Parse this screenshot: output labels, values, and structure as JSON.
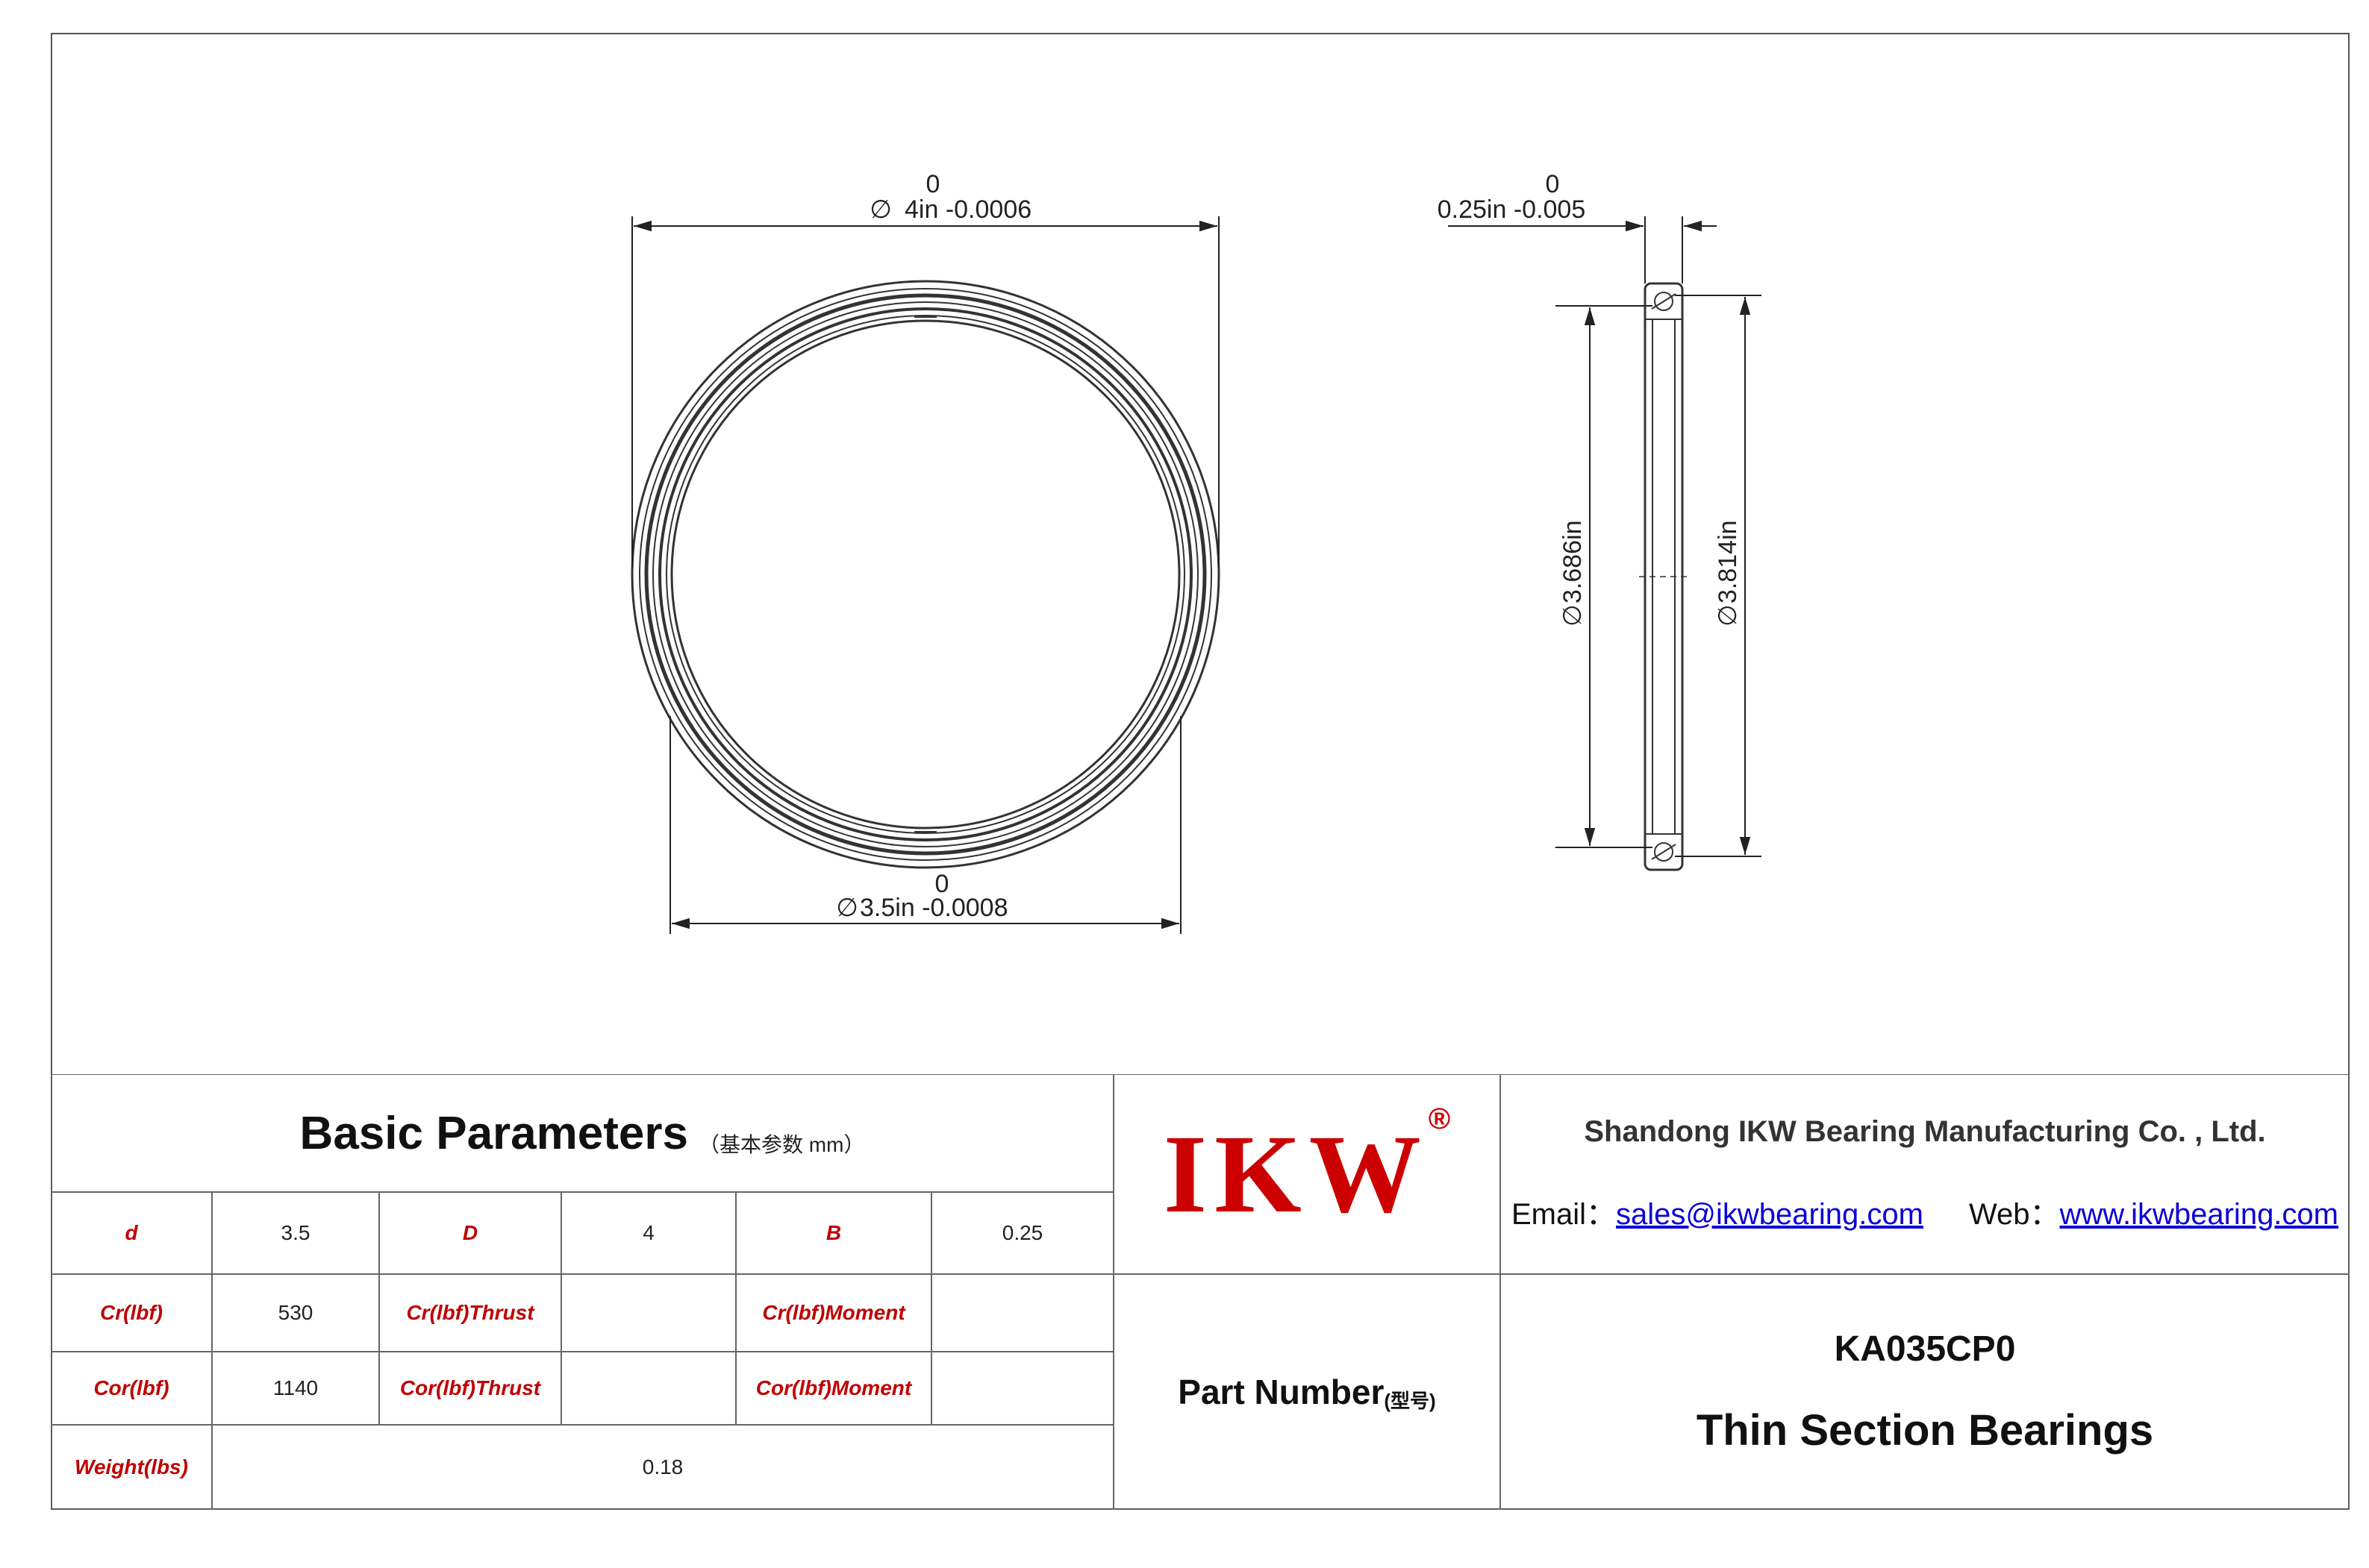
{
  "drawing": {
    "front_view": {
      "outer_dim_tol_top": "0",
      "outer_dim": "4in -0.0006",
      "inner_dim_tol_top": "0",
      "inner_dim": "3.5in -0.0008"
    },
    "side_view": {
      "width_tol_top": "0",
      "width_dim": "0.25in -0.005",
      "inner_race_dim": "3.686in",
      "outer_race_dim": "3.814in"
    },
    "diameter_symbol": "∅"
  },
  "basic_parameters": {
    "title": "Basic Parameters",
    "subtitle": "（基本参数 mm）",
    "rows": [
      [
        {
          "label": "d",
          "value": "3.5"
        },
        {
          "label": "D",
          "value": "4"
        },
        {
          "label": "B",
          "value": "0.25"
        }
      ],
      [
        {
          "label": "Cr(lbf)",
          "value": "530"
        },
        {
          "label": "Cr(lbf)Thrust",
          "value": ""
        },
        {
          "label": "Cr(lbf)Moment",
          "value": ""
        }
      ],
      [
        {
          "label": "Cor(lbf)",
          "value": "1140"
        },
        {
          "label": "Cor(lbf)Thrust",
          "value": ""
        },
        {
          "label": "Cor(lbf)Moment",
          "value": ""
        }
      ]
    ],
    "weight_label": "Weight(lbs)",
    "weight_value": "0.18"
  },
  "logo": {
    "text": "IKW",
    "mark": "®"
  },
  "company": {
    "name": "Shandong IKW Bearing Manufacturing Co. , Ltd.",
    "email_label": "Email：",
    "email": "sales@ikwbearing.com",
    "web_label": "Web：",
    "web": "www.ikwbearing.com"
  },
  "part": {
    "label": "Part Number",
    "label_sub": "(型号)",
    "code": "KA035CP0",
    "name": "Thin Section Bearings"
  },
  "colors": {
    "label_red": "#c00000",
    "logo_red": "#cc0000",
    "link_blue": "#0b00d6"
  }
}
